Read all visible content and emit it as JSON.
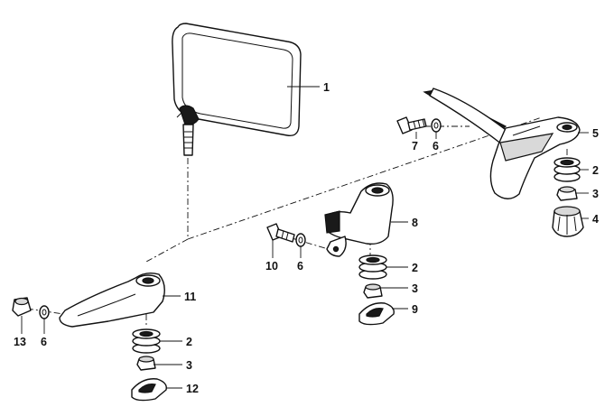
{
  "callouts": {
    "c1": "1",
    "c2a": "2",
    "c2b": "2",
    "c2c": "2",
    "c3a": "3",
    "c3b": "3",
    "c3c": "3",
    "c4": "4",
    "c5": "5",
    "c6a": "6",
    "c6b": "6",
    "c6c": "6",
    "c7": "7",
    "c8": "8",
    "c9": "9",
    "c10": "10",
    "c11": "11",
    "c12": "12",
    "c13": "13"
  }
}
